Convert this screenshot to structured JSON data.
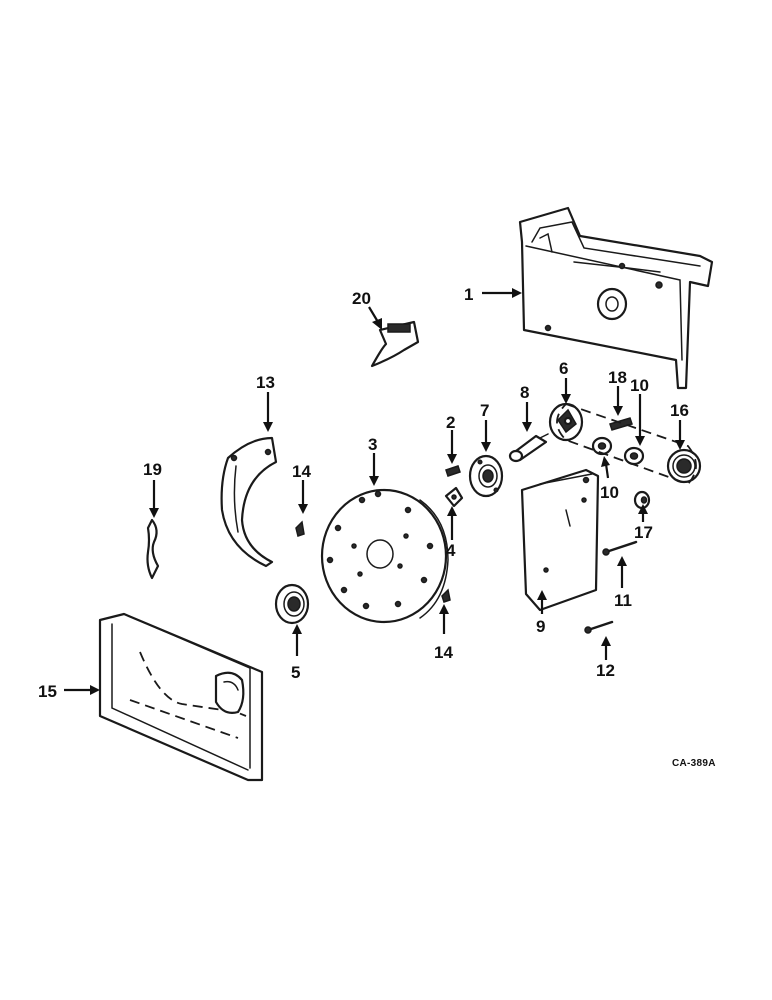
{
  "callouts": {
    "c1": "1",
    "c2": "2",
    "c3": "3",
    "c4": "4",
    "c5": "5",
    "c6": "6",
    "c7": "7",
    "c8": "8",
    "c9": "9",
    "c10a": "10",
    "c10b": "10",
    "c11": "11",
    "c12": "12",
    "c13": "13",
    "c14a": "14",
    "c14b": "14",
    "c15": "15",
    "c16": "16",
    "c17": "17",
    "c18": "18",
    "c19": "19",
    "c20": "20"
  },
  "reference_code": "CA-389A"
}
